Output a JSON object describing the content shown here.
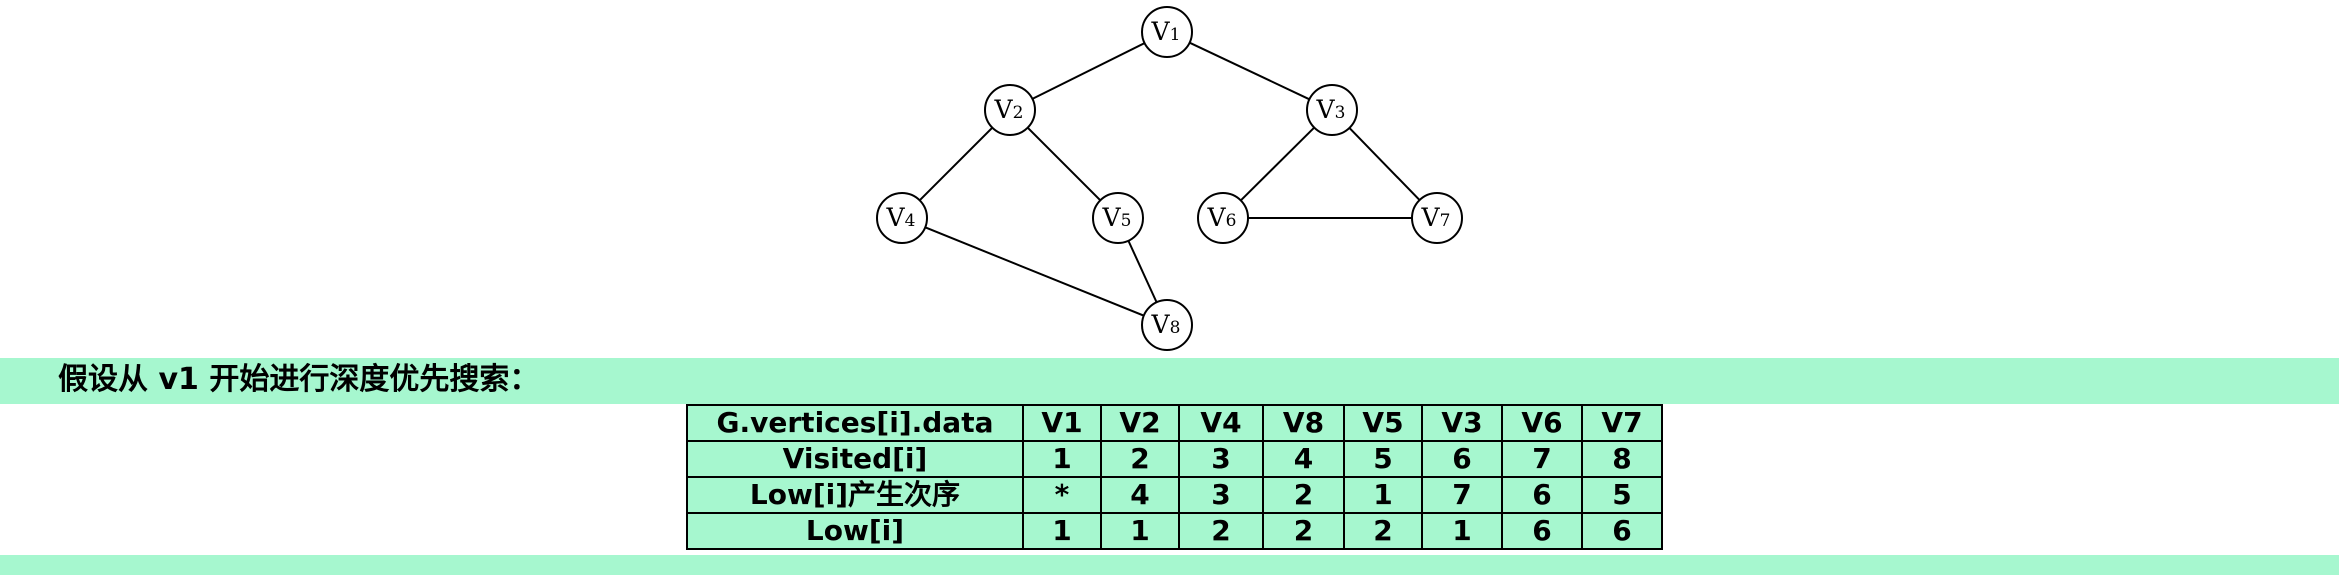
{
  "graph": {
    "nodes": [
      {
        "id": "V1",
        "main": "V",
        "sub": "1"
      },
      {
        "id": "V2",
        "main": "V",
        "sub": "2"
      },
      {
        "id": "V3",
        "main": "V",
        "sub": "3"
      },
      {
        "id": "V4",
        "main": "V",
        "sub": "4"
      },
      {
        "id": "V5",
        "main": "V",
        "sub": "5"
      },
      {
        "id": "V6",
        "main": "V",
        "sub": "6"
      },
      {
        "id": "V7",
        "main": "V",
        "sub": "7"
      },
      {
        "id": "V8",
        "main": "V",
        "sub": "8"
      }
    ],
    "edges": [
      [
        "V1",
        "V2"
      ],
      [
        "V1",
        "V3"
      ],
      [
        "V2",
        "V4"
      ],
      [
        "V2",
        "V5"
      ],
      [
        "V3",
        "V6"
      ],
      [
        "V3",
        "V7"
      ],
      [
        "V6",
        "V7"
      ],
      [
        "V4",
        "V8"
      ],
      [
        "V5",
        "V8"
      ]
    ]
  },
  "caption": "假设从 v1 开始进行深度优先搜索：",
  "table": {
    "rows": [
      {
        "header": "G.vertices[i].data",
        "cells": [
          "V1",
          "V2",
          "V4",
          "V8",
          "V5",
          "V3",
          "V6",
          "V7"
        ]
      },
      {
        "header": "Visited[i]",
        "cells": [
          "1",
          "2",
          "3",
          "4",
          "5",
          "6",
          "7",
          "8"
        ]
      },
      {
        "header": "Low[i]产生次序",
        "cells": [
          "*",
          "4",
          "3",
          "2",
          "1",
          "7",
          "6",
          "5"
        ]
      },
      {
        "header": "Low[i]",
        "cells": [
          "1",
          "1",
          "2",
          "2",
          "2",
          "1",
          "6",
          "6"
        ]
      }
    ]
  },
  "colors": {
    "band": "#a6f7cf",
    "table_fill": "#a6f7cf",
    "line": "#000000"
  }
}
